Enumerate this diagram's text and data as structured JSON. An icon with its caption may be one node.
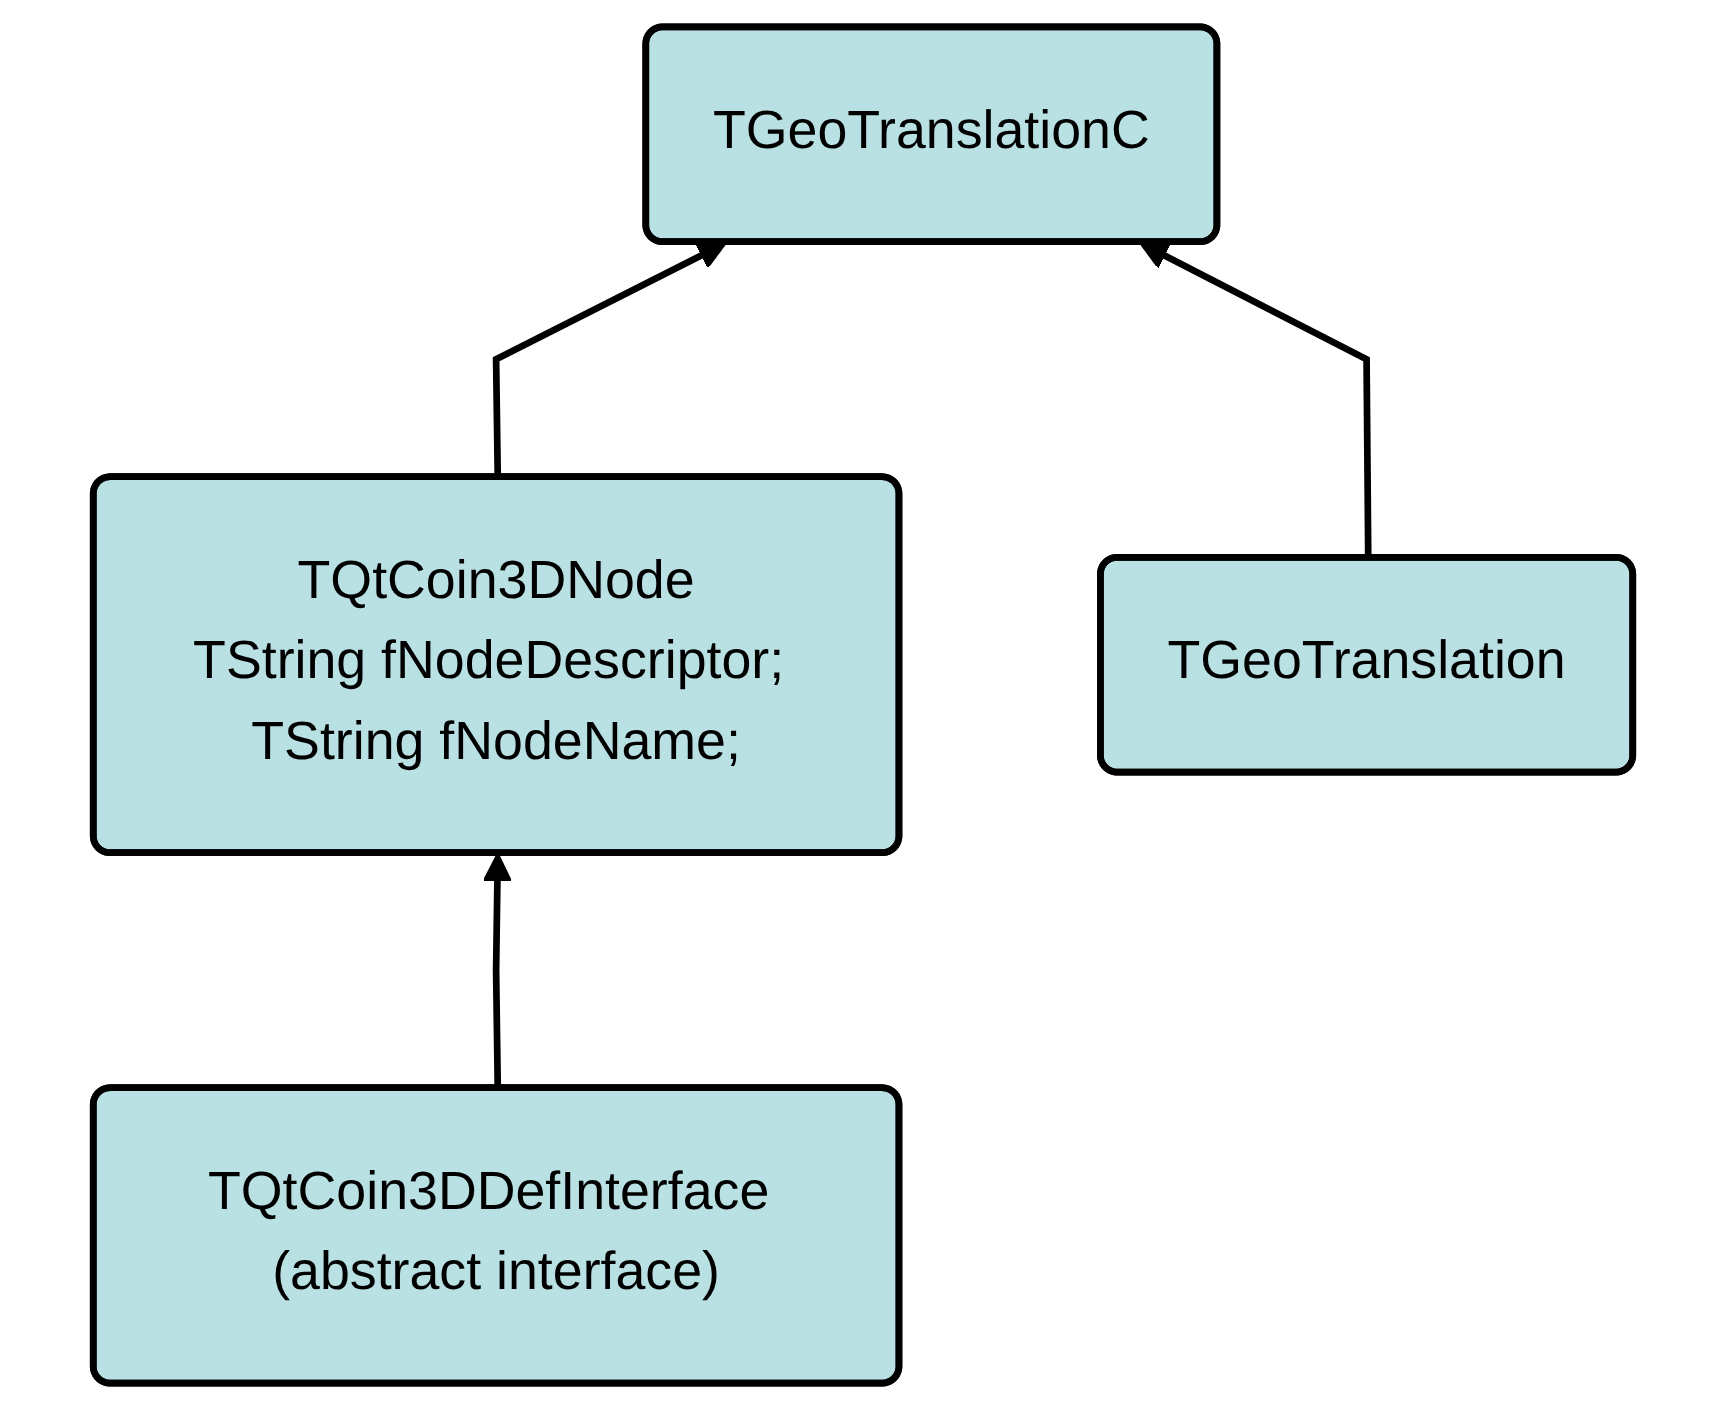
{
  "diagram": {
    "nodes": [
      {
        "text": [
          "TGeoTranslationC"
        ]
      },
      {
        "text": [
          "TQtCoin3DNode",
          "TString fNodeDescriptor; TString fNodeName;"
        ]
      },
      {
        "text": [
          "TGeoTranslation"
        ]
      },
      {
        "text": [
          "TQtCoin3DDefInterface (abstract interface)"
        ]
      }
    ],
    "edges": [
      {
        "from": 1,
        "to": 0,
        "arrow": "to"
      },
      {
        "from": 2,
        "to": 0,
        "arrow": "to"
      },
      {
        "from": 3,
        "to": 1,
        "arrow": "to"
      }
    ]
  }
}
